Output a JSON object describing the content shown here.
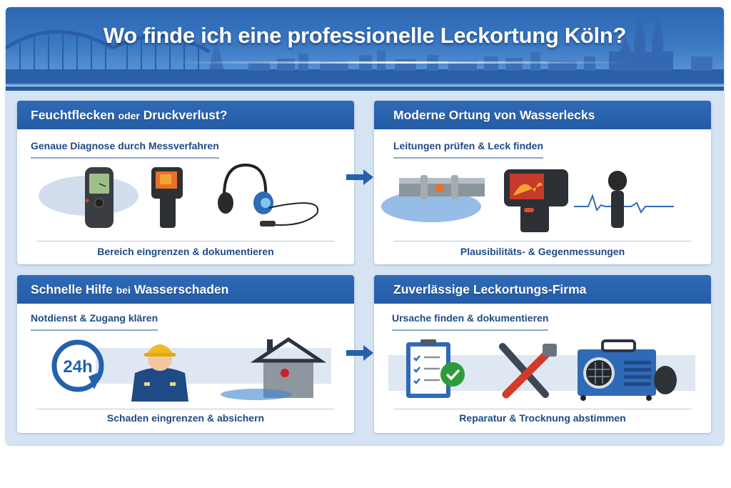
{
  "header": {
    "title": "Wo finde ich eine professionelle Leckortung Köln?",
    "background_icon": "cologne-skyline-bridge-cathedral"
  },
  "colors": {
    "primary_blue": "#2f6ab6",
    "dark_text_blue": "#1f4a85",
    "frame_bg": "#d6e3f3",
    "card_bg": "#ffffff",
    "arrow_blue": "#2560ad"
  },
  "cards": [
    {
      "title_part1": "Feuchtflecken ",
      "title_small": "oder",
      "title_part2": " Druckverlust?",
      "subtitle": "Genaue Diagnose durch Messverfahren",
      "icons": [
        "moisture-meter-icon",
        "thermal-camera-icon",
        "listening-headphones-icon"
      ],
      "footer": "Bereich eingrenzen & dokumentieren"
    },
    {
      "title_part1": "Moderne Ortung von Wasserlecks",
      "title_small": "",
      "title_part2": "",
      "subtitle": "Leitungen prüfen & Leck finden",
      "icons": [
        "leaking-pipe-icon",
        "thermal-imager-icon",
        "microphone-waveform-icon"
      ],
      "footer": "Plausibilitäts- & Gegenmessungen"
    },
    {
      "title_part1": "Schnelle Hilfe ",
      "title_small": "bei",
      "title_part2": " Wasserschaden",
      "subtitle": "Notdienst & Zugang klären",
      "icons": [
        "24h-clock-icon",
        "technician-icon",
        "damaged-house-icon"
      ],
      "clock_label": "24h",
      "footer": "Schaden eingrenzen & absichern"
    },
    {
      "title_part1": "Zuverlässige Leckortungs-Firma",
      "title_small": "",
      "title_part2": "",
      "subtitle": "Ursache finden & dokumentieren",
      "icons": [
        "checklist-clipboard-icon",
        "wrench-tools-icon",
        "air-dryer-icon"
      ],
      "footer": "Reparatur & Trocknung abstimmen"
    }
  ],
  "arrows": [
    "arrow-right-icon",
    "arrow-right-icon"
  ]
}
